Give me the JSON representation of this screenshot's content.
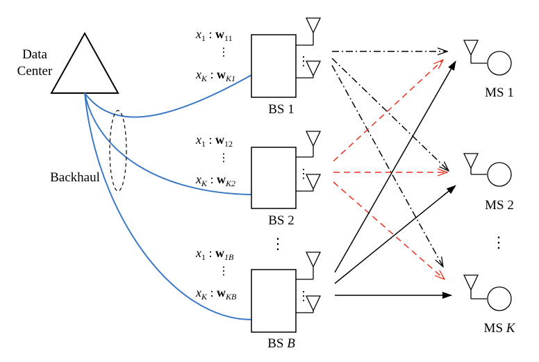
{
  "data_center": {
    "line1": "Data",
    "line2": "Center"
  },
  "backhaul_label": "Backhaul",
  "base_stations": [
    {
      "name": "BS",
      "index": "1",
      "index_italic": false,
      "top": {
        "x": "x",
        "xsub": "1",
        "sep": " : ",
        "w": "w",
        "wsub": "11",
        "wsub_italic": false
      },
      "bottom": {
        "x": "x",
        "xsub": "K",
        "sep": " : ",
        "w": "w",
        "wsub": "K1",
        "wsub_italic": true
      }
    },
    {
      "name": "BS",
      "index": "2",
      "index_italic": false,
      "top": {
        "x": "x",
        "xsub": "1",
        "sep": " : ",
        "w": "w",
        "wsub": "12",
        "wsub_italic": false
      },
      "bottom": {
        "x": "x",
        "xsub": "K",
        "sep": " : ",
        "w": "w",
        "wsub": "K2",
        "wsub_italic": true
      }
    },
    {
      "name": "BS",
      "index": "B",
      "index_italic": true,
      "top": {
        "x": "x",
        "xsub": "1",
        "sep": " : ",
        "w": "w",
        "wsub": "1B",
        "wsub_italic": true
      },
      "bottom": {
        "x": "x",
        "xsub": "K",
        "sep": " : ",
        "w": "w",
        "wsub": "KB",
        "wsub_italic": true
      }
    }
  ],
  "mobile_stations": [
    {
      "name": "MS",
      "index": "1",
      "index_italic": false
    },
    {
      "name": "MS",
      "index": "2",
      "index_italic": false
    },
    {
      "name": "MS",
      "index": "K",
      "index_italic": true
    }
  ],
  "colors": {
    "backhaul_link": "#3b78c4",
    "bs1_link": "#000000",
    "bs2_link": "#e8301e",
    "bsB_link": "#000000",
    "outline": "#000000"
  },
  "link_styles": {
    "bs1": "dash-dot",
    "bs2": "dashed",
    "bsB": "solid"
  }
}
